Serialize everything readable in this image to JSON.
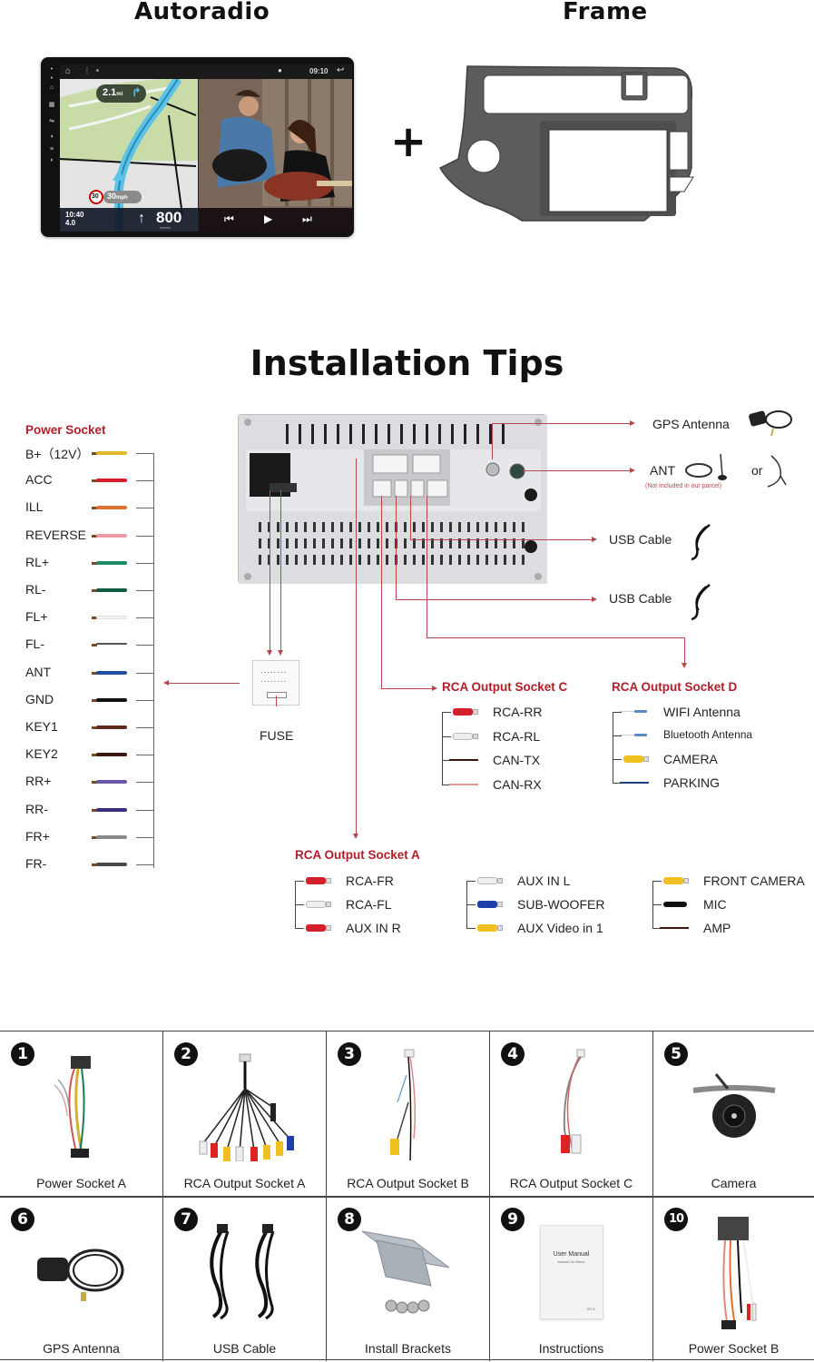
{
  "header": {
    "autoradio_title": "Autoradio",
    "frame_title": "Frame",
    "plus": "+"
  },
  "radio_screen": {
    "status_time": "09:10",
    "nav_distance": "2.1",
    "nav_distance_unit": "mi",
    "speed_limit": "30",
    "current_speed": "30",
    "speed_unit": "mph",
    "clock": "10:40",
    "remaining": "4.0",
    "next_turn_distance": "800",
    "next_turn_unit": "metres"
  },
  "installation": {
    "title": "Installation Tips",
    "power_socket": {
      "heading": "Power Socket",
      "wires": [
        {
          "label": "B+（12V）",
          "color": "#e2b92a"
        },
        {
          "label": "ACC",
          "color": "#d3202a"
        },
        {
          "label": "ILL",
          "color": "#e07030"
        },
        {
          "label": "REVERSE",
          "color": "#e99aa5"
        },
        {
          "label": "RL+",
          "color": "#1f8a68"
        },
        {
          "label": "RL-",
          "color": "#0e5a40"
        },
        {
          "label": "FL+",
          "color": "#f4f4f4"
        },
        {
          "label": "FL-",
          "color": "#555555"
        },
        {
          "label": "ANT",
          "color": "#1f4fa0"
        },
        {
          "label": "GND",
          "color": "#111111"
        },
        {
          "label": "KEY1",
          "color": "#5e2a1e"
        },
        {
          "label": "KEY2",
          "color": "#3e1810"
        },
        {
          "label": "RR+",
          "color": "#6a56b0"
        },
        {
          "label": "RR-",
          "color": "#3a2e80"
        },
        {
          "label": "FR+",
          "color": "#8a8a8a"
        },
        {
          "label": "FR-",
          "color": "#4a4a4a"
        }
      ]
    },
    "fuse_label": "FUSE",
    "right_connections": {
      "gps": "GPS Antenna",
      "ant": "ANT",
      "ant_note": "(Not included in our parcel)",
      "or": "or",
      "usb1": "USB  Cable",
      "usb2": "USB Cable"
    },
    "socket_c": {
      "heading": "RCA Output Socket C",
      "items": [
        {
          "label": "RCA-RR",
          "type": "rca",
          "color": "#d3202a"
        },
        {
          "label": "RCA-RL",
          "type": "rca",
          "color": "#eeeeee"
        },
        {
          "label": "CAN-TX",
          "type": "wire",
          "color": "#3a1510"
        },
        {
          "label": "CAN-RX",
          "type": "wire",
          "color": "#e09a9a"
        }
      ]
    },
    "socket_d": {
      "heading": "RCA Output Socket D",
      "items": [
        {
          "label": "WIFI Antenna",
          "type": "ant",
          "color": "#5a8ac0"
        },
        {
          "label": "Bluetooth Antenna",
          "type": "ant",
          "color": "#5a8ac0"
        },
        {
          "label": "CAMERA",
          "type": "rca",
          "color": "#f0c020"
        },
        {
          "label": "PARKING",
          "type": "wire",
          "color": "#1f3f80"
        }
      ]
    },
    "socket_a": {
      "heading": "RCA Output Socket A",
      "groups": [
        [
          {
            "label": "RCA-FR",
            "type": "rca",
            "color": "#d3202a"
          },
          {
            "label": "RCA-FL",
            "type": "rca",
            "color": "#eeeeee"
          },
          {
            "label": "AUX IN R",
            "type": "rca",
            "color": "#d3202a"
          }
        ],
        [
          {
            "label": "AUX IN L",
            "type": "rca",
            "color": "#eeeeee"
          },
          {
            "label": "SUB-WOOFER",
            "type": "rca",
            "color": "#1f3fa8"
          },
          {
            "label": "AUX Video in 1",
            "type": "rca",
            "color": "#f0c020"
          }
        ],
        [
          {
            "label": "FRONT CAMERA",
            "type": "rca",
            "color": "#f0c020"
          },
          {
            "label": "MIC",
            "type": "mic",
            "color": "#111111"
          },
          {
            "label": "AMP",
            "type": "wire",
            "color": "#4a1410"
          }
        ]
      ]
    }
  },
  "package_contents": [
    {
      "number": "1",
      "label": "Power Socket A",
      "icon": "power-harness-icon"
    },
    {
      "number": "2",
      "label": "RCA Output Socket A",
      "icon": "rca-harness-icon"
    },
    {
      "number": "3",
      "label": "RCA Output Socket B",
      "icon": "rca-b-harness-icon"
    },
    {
      "number": "4",
      "label": "RCA Output Socket C",
      "icon": "rca-c-harness-icon"
    },
    {
      "number": "5",
      "label": "Camera",
      "icon": "camera-icon"
    },
    {
      "number": "6",
      "label": "GPS Antenna",
      "icon": "gps-antenna-icon"
    },
    {
      "number": "7",
      "label": "USB Cable",
      "icon": "usb-cable-icon"
    },
    {
      "number": "8",
      "label": "Install Brackets",
      "icon": "bracket-icon"
    },
    {
      "number": "9",
      "label": "Instructions",
      "icon": "manual-icon"
    },
    {
      "number": "10",
      "label": "Power Socket B",
      "icon": "power-harness-b-icon"
    }
  ],
  "manual": {
    "title": "User Manual",
    "subtitle": "Android Car Stereo",
    "code": "VS-3"
  }
}
